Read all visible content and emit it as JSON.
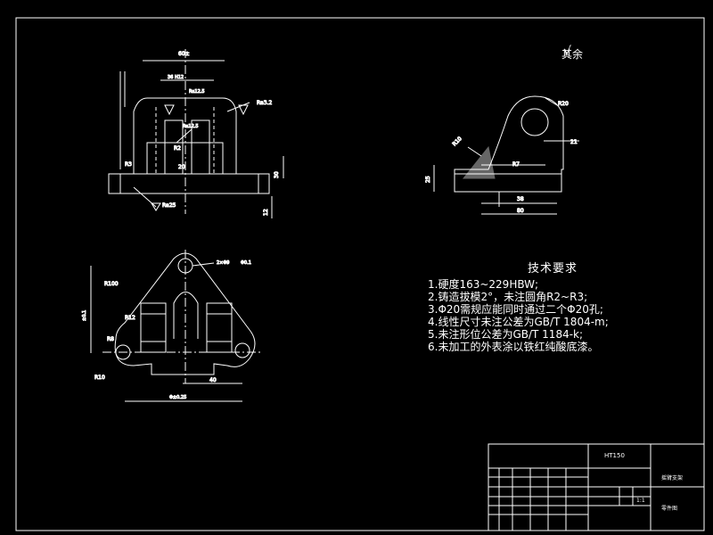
{
  "notes": {
    "roughness_label": "其余",
    "title": "技术要求",
    "items": [
      "1.硬度163~229HBW;",
      "2.铸造拔模2°，未注圆角R2~R3;",
      "3.Φ20需规应能同时通过二个Φ20孔;",
      "4.线性尺寸未注公差为GB/T 1804-m;",
      "5.未注形位公差为GB/T 1184-k;",
      "6.未加工的外表涂以铁红纯酸底漆。"
    ]
  },
  "title_block": {
    "material": "HT150",
    "part_name": "摇臂支架",
    "drawing_no": "零件图",
    "scale": "1:1"
  },
  "dimensions": {
    "front": [
      "R3",
      "Ra25",
      "Ra12.5",
      "Ra3.2",
      "Ra12.5",
      "R2",
      "20",
      "30",
      "12"
    ],
    "side": [
      "R20",
      "R10",
      "21",
      "R7",
      "25",
      "38",
      "80"
    ],
    "top": [
      "R100",
      "R12",
      "R8",
      "R10",
      "40",
      "2×Φ9",
      "Φ0.1"
    ]
  }
}
